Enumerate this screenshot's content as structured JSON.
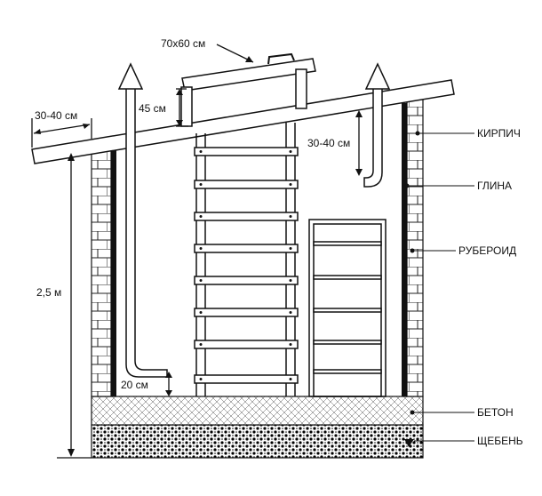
{
  "dimensions": {
    "hatch_size": "70x60 см",
    "roof_overhang": "30-40 см",
    "hatch_rise": "45 см",
    "exhaust_drop": "30-40 см",
    "wall_height": "2,5 м",
    "intake_gap": "20 см"
  },
  "materials": {
    "brick": "КИРПИЧ",
    "clay": "ГЛИНА",
    "roofing_felt": "РУБЕРОИД",
    "concrete": "БЕТОН",
    "gravel": "ЩЕБЕНЬ"
  },
  "colors": {
    "ink": "#111111",
    "background": "#ffffff"
  }
}
